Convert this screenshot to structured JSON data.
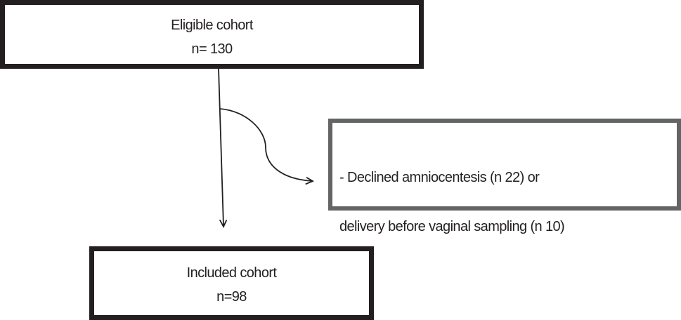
{
  "eligible": {
    "title": "Eligible cohort",
    "count": "n= 130"
  },
  "excluded": {
    "line1": "- Declined amniocentesis (n 22) or",
    "line2": "delivery before vaginal sampling  (n 10)"
  },
  "included": {
    "title": "Included cohort",
    "count": "n=98"
  }
}
